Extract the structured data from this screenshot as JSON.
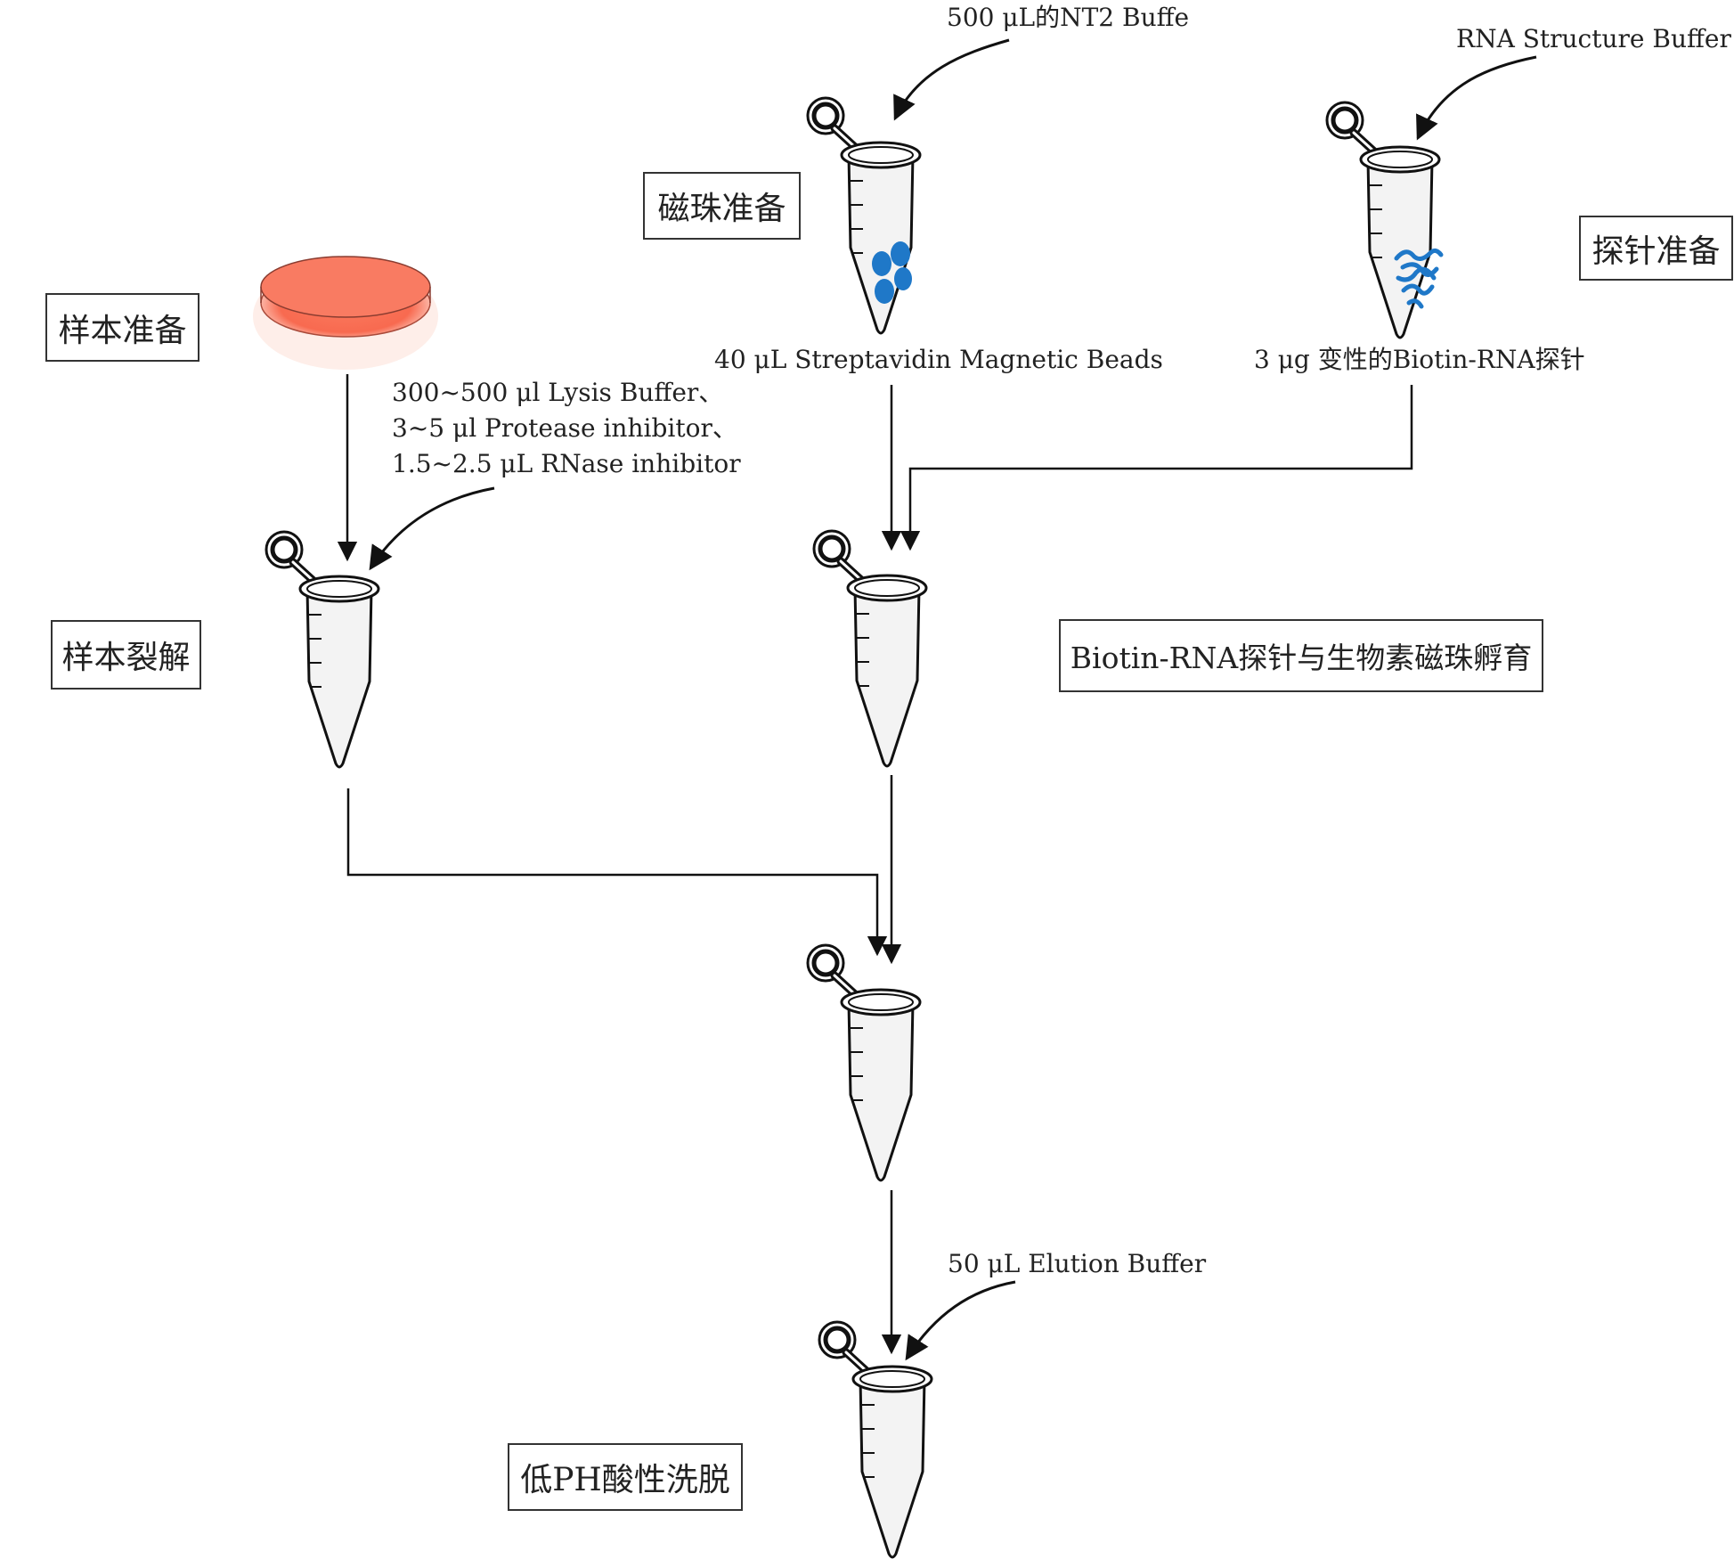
{
  "steps": {
    "sample_prep": "样本准备",
    "bead_prep": "磁珠准备",
    "probe_prep": "探针准备",
    "sample_lysis": "样本裂解",
    "incubation": "Biotin-RNA探针与生物素磁珠孵育",
    "elution": "低PH酸性洗脱"
  },
  "reagents": {
    "nt2_buffer": "500 μL的NT2 Buffe",
    "rna_structure_buffer": "RNA Structure Buffer",
    "beads": "40 μL Streptavidin Magnetic Beads",
    "probe": "3 μg 变性的Biotin-RNA探针",
    "lysis_line1": "300~500 μl Lysis Buffer、",
    "lysis_line2": "3~5 μl Protease inhibitor、",
    "lysis_line3": "1.5~2.5 μL RNase inhibitor",
    "elution_buffer": "50 μL Elution Buffer"
  },
  "colors": {
    "dish_red": "#f86a50",
    "bead_blue": "#1f78c8",
    "line": "#111111"
  }
}
